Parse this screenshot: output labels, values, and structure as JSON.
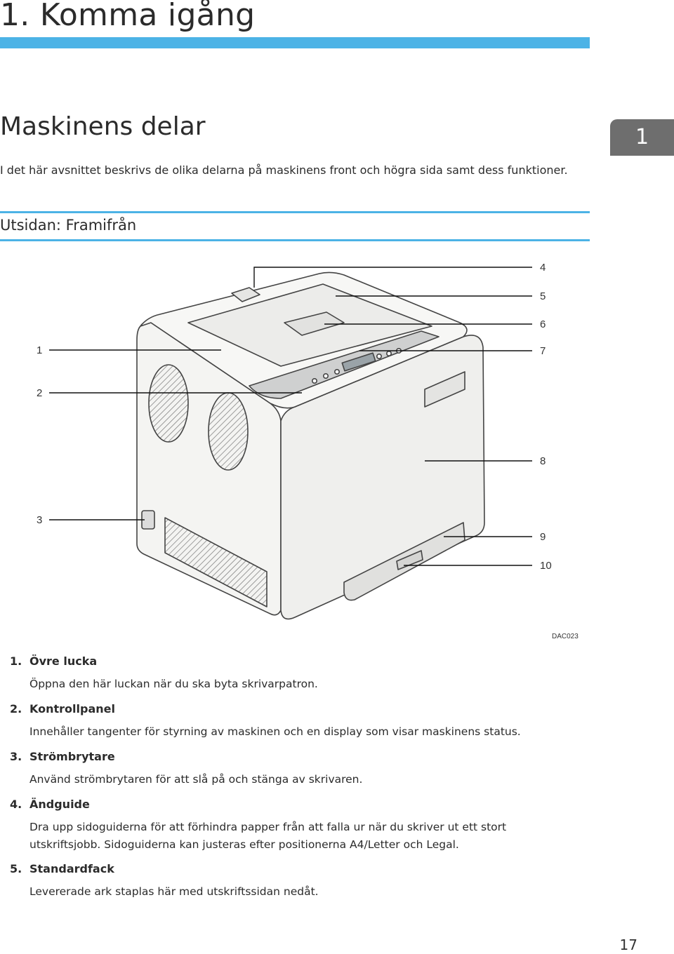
{
  "chapter": {
    "title": "1. Komma igång",
    "tab_label": "1"
  },
  "section": {
    "title": "Maskinens delar",
    "intro": "I det här avsnittet beskrivs de olika delarna på maskinens front och högra sida samt dess funktioner."
  },
  "subsection": {
    "title": "Utsidan: Framifrån"
  },
  "figure": {
    "callouts_left": [
      "1",
      "2",
      "3"
    ],
    "callouts_right": [
      "4",
      "5",
      "6",
      "7",
      "8",
      "9",
      "10"
    ],
    "code": "DAC023"
  },
  "items": [
    {
      "number": "1.",
      "name": "Övre lucka",
      "description": "Öppna den här luckan när du ska byta skrivarpatron."
    },
    {
      "number": "2.",
      "name": "Kontrollpanel",
      "description": "Innehåller tangenter för styrning av maskinen och en display som visar maskinens status."
    },
    {
      "number": "3.",
      "name": "Strömbrytare",
      "description": "Använd strömbrytaren för att slå på och stänga av skrivaren."
    },
    {
      "number": "4.",
      "name": "Ändguide",
      "description": "Dra upp sidoguiderna för att förhindra papper från att falla ur när du skriver ut ett stort utskriftsjobb. Sidoguiderna kan justeras efter positionerna A4/Letter och Legal."
    },
    {
      "number": "5.",
      "name": "Standardfack",
      "description": "Levererade ark staplas här med utskriftssidan nedåt."
    }
  ],
  "page_number": "17",
  "colors": {
    "accent": "#4cb3e6",
    "tab": "#6e6e6e"
  }
}
